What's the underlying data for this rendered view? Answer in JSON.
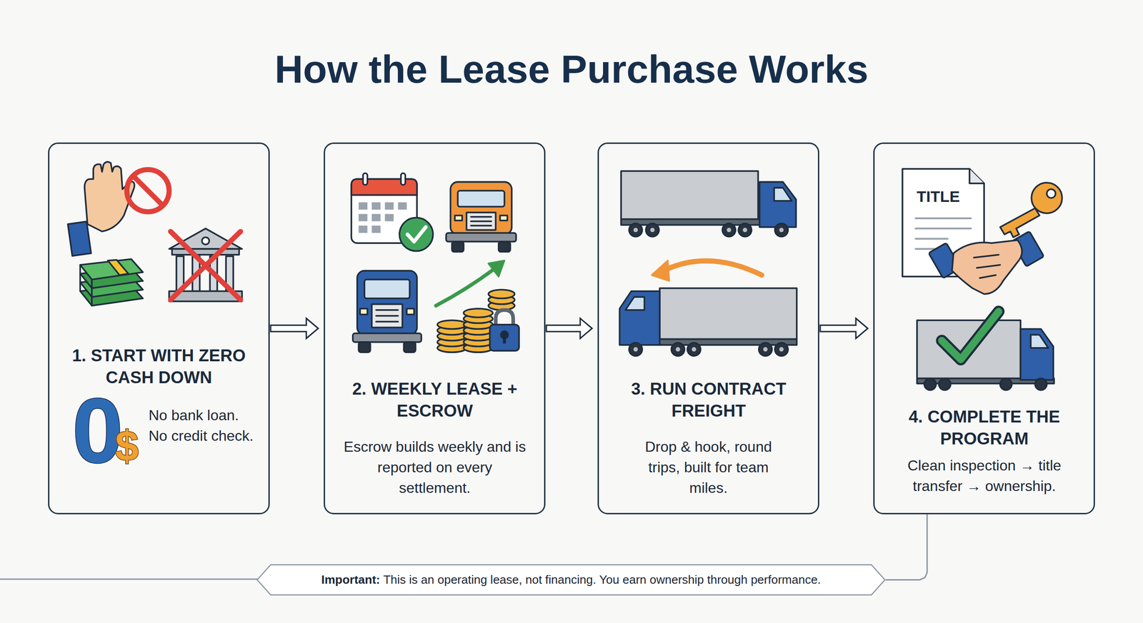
{
  "diagram": {
    "title": "How the Lease Purchase Works",
    "nodes": [
      {
        "text": [
          "1. START WITH ZERO CASH DOWN",
          "No bank loan. No credit check."
        ]
      },
      {
        "text": [
          "2. WEEKLY LEASE + ESCROW",
          "Escrow builds weekly and is reported on every settlement."
        ]
      },
      {
        "text": [
          "3. RUN CONTRACT FREIGHT",
          "Drop & hook, round trips, built for team miles."
        ]
      },
      {
        "text": [
          "4. COMPLETE THE PROGRAM",
          "Clean inspection → title transfer → ownership."
        ]
      },
      {
        "text": [
          "Important:",
          "This is an operating lease, not financing. You earn ownership through performance."
        ]
      }
    ],
    "edges": [
      {
        "from": 0,
        "to": 1,
        "arrow": "to"
      },
      {
        "from": 1,
        "to": 2,
        "arrow": "to"
      },
      {
        "from": 2,
        "to": 3,
        "arrow": "to"
      },
      {
        "from": 3,
        "to": 4,
        "arrow": "none"
      }
    ],
    "labels": [
      "0",
      "$",
      "TITLE"
    ]
  }
}
